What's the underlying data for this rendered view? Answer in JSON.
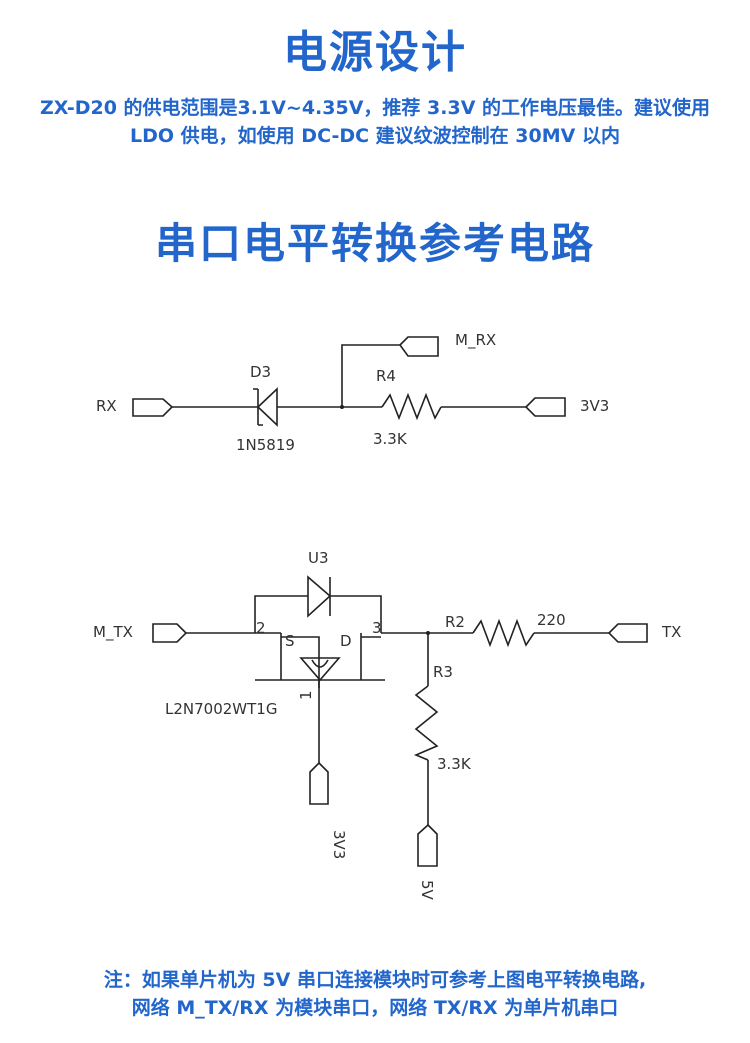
{
  "section1": {
    "title": "电源设计",
    "paragraph": "ZX-D20 的供电范围是3.1V~4.35V，推荐 3.3V 的工作电压最佳。建议使用 LDO 供电，如使用 DC-DC 建议纹波控制在 30MV 以内"
  },
  "section2": {
    "title": "串口电平转换参考电路"
  },
  "circuit_rx": {
    "port_rx": "RX",
    "diode_ref": "D3",
    "diode_part": "1N5819",
    "port_m_rx": "M_RX",
    "resistor_ref": "R4",
    "resistor_value": "3.3K",
    "port_3v3": "3V3"
  },
  "circuit_tx": {
    "port_m_tx": "M_TX",
    "diode_ref": "U3",
    "pin2": "2",
    "pin3": "3",
    "pin1": "1",
    "source": "S",
    "drain": "D",
    "mosfet_part": "L2N7002WT1G",
    "r2_ref": "R2",
    "r2_value": "220",
    "port_tx": "TX",
    "r3_ref": "R3",
    "r3_value": "3.3K",
    "port_gate_supply": "3V3",
    "port_pullup_supply": "5V"
  },
  "note": {
    "line1": "注：如果单片机为 5V 串口连接模块时可参考上图电平转换电路,",
    "line2": "网络 M_TX/RX 为模块串口，网络 TX/RX 为单片机串口"
  }
}
